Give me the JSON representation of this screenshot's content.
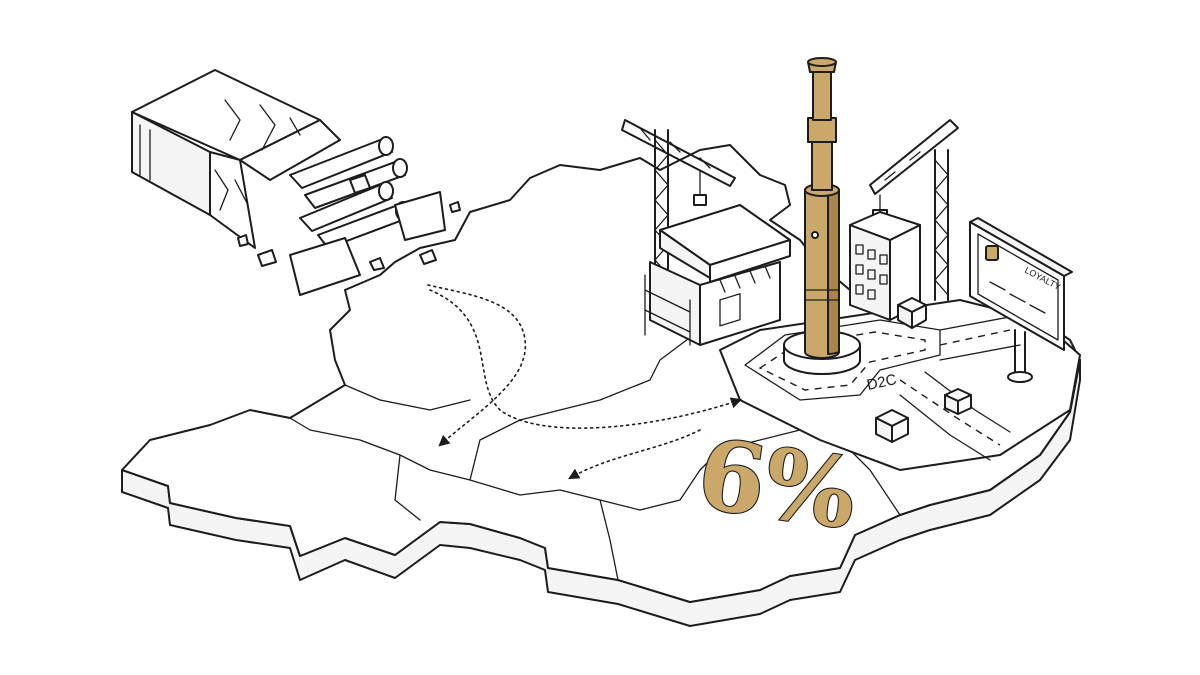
{
  "illustration": {
    "percentage_label": "6%",
    "road_label": "D2C",
    "billboard_label": "LOYALTY"
  },
  "colors": {
    "accent_gold": "#c9a86a",
    "ink": "#1c1c1c",
    "background": "#ffffff"
  },
  "icons": [
    "broken-cigarette-pack-icon",
    "vape-pen-tower-icon",
    "crane-icon",
    "store-icon",
    "office-building-icon",
    "billboard-icon",
    "parcel-box-icon",
    "flow-arrow-icon"
  ]
}
